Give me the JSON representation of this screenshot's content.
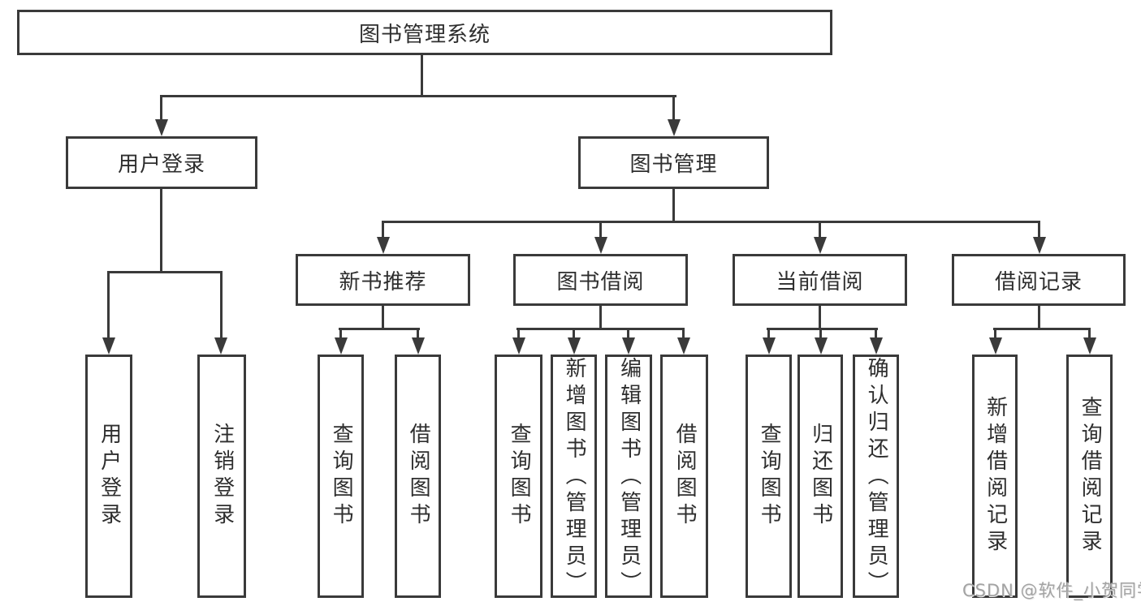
{
  "colors": {
    "line": "#3a3a3a",
    "box_border": "#3a3a3a",
    "text": "#2e2e2e",
    "background": "#ffffff",
    "watermark": "#a3a3a3"
  },
  "tree": {
    "label": "图书管理系统",
    "children": [
      {
        "label": "用户登录",
        "children": [
          {
            "label": "用户登录"
          },
          {
            "label": "注销登录"
          }
        ]
      },
      {
        "label": "图书管理",
        "children": [
          {
            "label": "新书推荐",
            "children": [
              {
                "label": "查询图书"
              },
              {
                "label": "借阅图书"
              }
            ]
          },
          {
            "label": "图书借阅",
            "children": [
              {
                "label": "查询图书"
              },
              {
                "label": "新增图书（管理员）"
              },
              {
                "label": "编辑图书（管理员）"
              },
              {
                "label": "借阅图书"
              }
            ]
          },
          {
            "label": "当前借阅",
            "children": [
              {
                "label": "查询图书"
              },
              {
                "label": "归还图书"
              },
              {
                "label": "确认归还（管理员）"
              }
            ]
          },
          {
            "label": "借阅记录",
            "children": [
              {
                "label": "新增借阅记录"
              },
              {
                "label": "查询借阅记录"
              }
            ]
          }
        ]
      }
    ]
  },
  "watermark": {
    "text": "CSDN @软件_小贺同学"
  }
}
